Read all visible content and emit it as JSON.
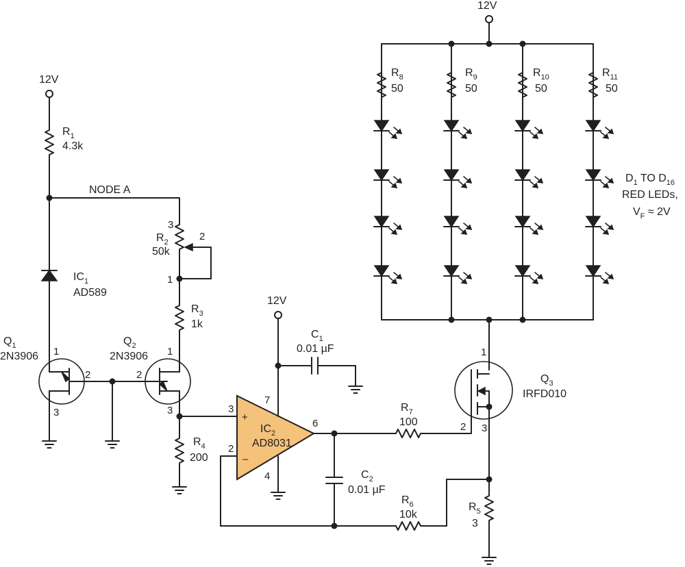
{
  "supply": {
    "label": "12V"
  },
  "resistors": {
    "r1": {
      "ref": "R",
      "sub": "1",
      "value": "4.3k"
    },
    "r2": {
      "ref": "R",
      "sub": "2",
      "value": "50k"
    },
    "r3": {
      "ref": "R",
      "sub": "3",
      "value": "1k"
    },
    "r4": {
      "ref": "R",
      "sub": "4",
      "value": "200"
    },
    "r5": {
      "ref": "R",
      "sub": "5",
      "value": "3"
    },
    "r6": {
      "ref": "R",
      "sub": "6",
      "value": "10k"
    },
    "r7": {
      "ref": "R",
      "sub": "7",
      "value": "100"
    },
    "r8": {
      "ref": "R",
      "sub": "8",
      "value": "50"
    },
    "r9": {
      "ref": "R",
      "sub": "9",
      "value": "50"
    },
    "r10": {
      "ref": "R",
      "sub": "10",
      "value": "50"
    },
    "r11": {
      "ref": "R",
      "sub": "11",
      "value": "50"
    }
  },
  "capacitors": {
    "c1": {
      "ref": "C",
      "sub": "1",
      "value": "0.01 µF"
    },
    "c2": {
      "ref": "C",
      "sub": "2",
      "value": "0.01 µF"
    }
  },
  "ics": {
    "ic1": {
      "ref": "IC",
      "sub": "1",
      "part": "AD589"
    },
    "ic2": {
      "ref": "IC",
      "sub": "2",
      "part": "AD8031",
      "fill": "#f4c27a"
    }
  },
  "transistors": {
    "q1": {
      "ref": "Q",
      "sub": "1",
      "part": "2N3906"
    },
    "q2": {
      "ref": "Q",
      "sub": "2",
      "part": "2N3906"
    },
    "q3": {
      "ref": "Q",
      "sub": "3",
      "part": "IRFD010"
    }
  },
  "node_a": "NODE A",
  "led_note": {
    "line1_a": "D",
    "line1_s1": "1",
    "line1_b": " TO D",
    "line1_s2": "16",
    "line2": "RED LEDs,",
    "line3_a": "V",
    "line3_s": "F",
    "line3_b": " ≈ 2V"
  },
  "pins": {
    "q1_1": "1",
    "q1_2": "2",
    "q1_3": "3",
    "q2_1": "1",
    "q2_2": "2",
    "q2_3": "3",
    "r2_3": "3",
    "r2_2": "2",
    "r2_1": "1",
    "ic2_7": "7",
    "ic2_3": "3",
    "ic2_2": "2",
    "ic2_6": "6",
    "ic2_4": "4",
    "ic2_plus": "+",
    "ic2_minus": "–",
    "q3_1": "1",
    "q3_2": "2",
    "q3_3": "3"
  }
}
